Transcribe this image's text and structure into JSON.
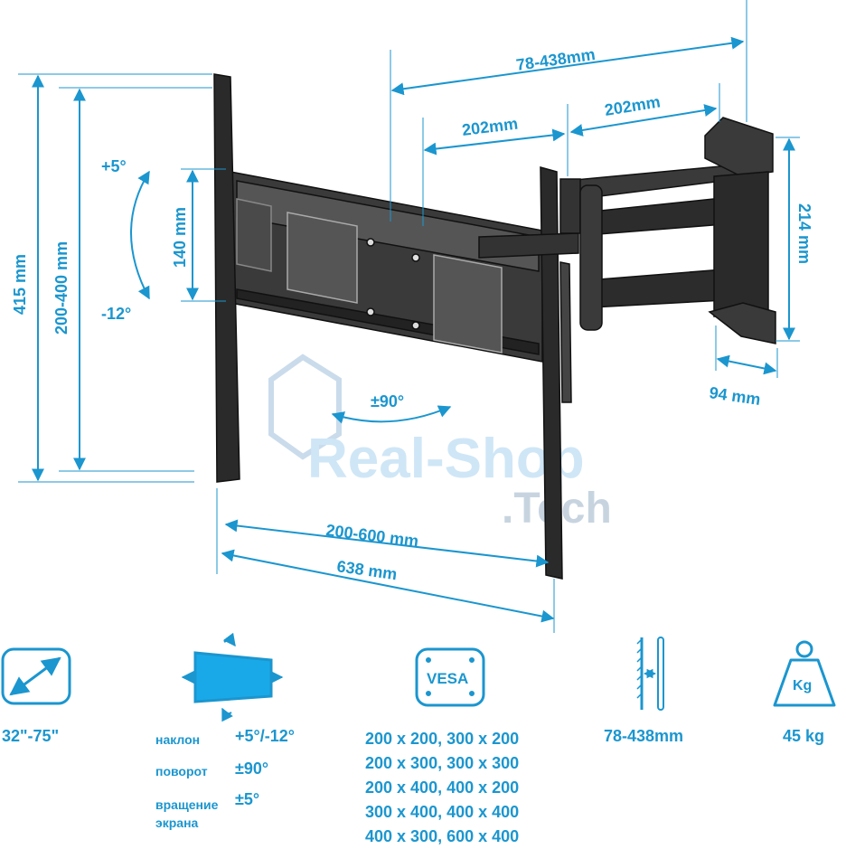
{
  "dimensions": {
    "height_total": "415 mm",
    "vesa_vertical": "200-400 mm",
    "plate_height": "140 mm",
    "tilt_up": "+5°",
    "tilt_down": "-12°",
    "wall_distance": "78-438mm",
    "arm_segment_1": "202mm",
    "arm_segment_2": "202mm",
    "bracket_height": "214 mm",
    "bracket_depth": "94 mm",
    "swivel": "±90°",
    "vesa_horizontal": "200-600 mm",
    "width_total": "638 mm"
  },
  "watermark": {
    "line1": "Real-Shop",
    "line2": ".Tech"
  },
  "specs": {
    "screen_size": "32\"-75\"",
    "motion": [
      {
        "label": "наклон",
        "value": "+5°/-12°"
      },
      {
        "label": "поворот",
        "value": "±90°"
      },
      {
        "label": "вращение экрана",
        "value": "±5°"
      }
    ],
    "vesa_icon_label": "VESA",
    "vesa_patterns": [
      "200 x 200, 300 x 200",
      "200 x 300, 300 x 300",
      "200 x 400, 400 x 200",
      "300 x 400, 400 x 400",
      "400 x 300, 600 x 400"
    ],
    "wall_distance": "78-438mm",
    "weight_icon_label": "Kg",
    "max_load": "45 kg"
  },
  "colors": {
    "accent": "#1b96cf",
    "mount": "#2a2a2a",
    "watermark": "#c9dff0"
  }
}
